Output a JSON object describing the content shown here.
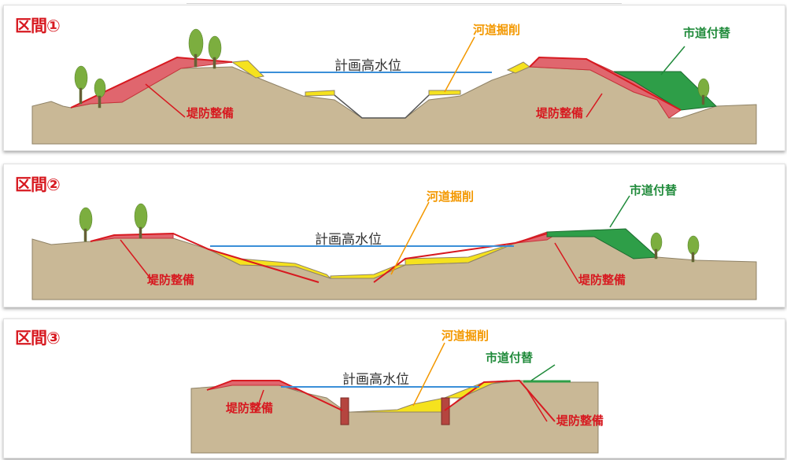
{
  "sections": [
    {
      "title": "区間①",
      "labels": {
        "water": "計画高水位",
        "river": "河道掘削",
        "road": "市道付替",
        "levee_left": "堤防整備",
        "levee_right": "堤防整備"
      }
    },
    {
      "title": "区間②",
      "labels": {
        "water": "計画高水位",
        "river": "河道掘削",
        "road": "市道付替",
        "levee_left": "堤防整備",
        "levee_right": "堤防整備"
      }
    },
    {
      "title": "区間③",
      "labels": {
        "water": "計画高水位",
        "river": "河道掘削",
        "road": "市道付替",
        "levee_left": "堤防整備",
        "levee_right": "堤防整備"
      }
    }
  ],
  "colors": {
    "title": "#d71920",
    "levee": "#e0666e",
    "levee_line": "#d71920",
    "excavation": "#f5e21e",
    "excavation_label": "#f39800",
    "road": "#2e9e48",
    "road_label": "#1f8a3a",
    "ground": "#c9b896",
    "water_line": "#3a8fd8",
    "tree": "#7cae3f"
  }
}
